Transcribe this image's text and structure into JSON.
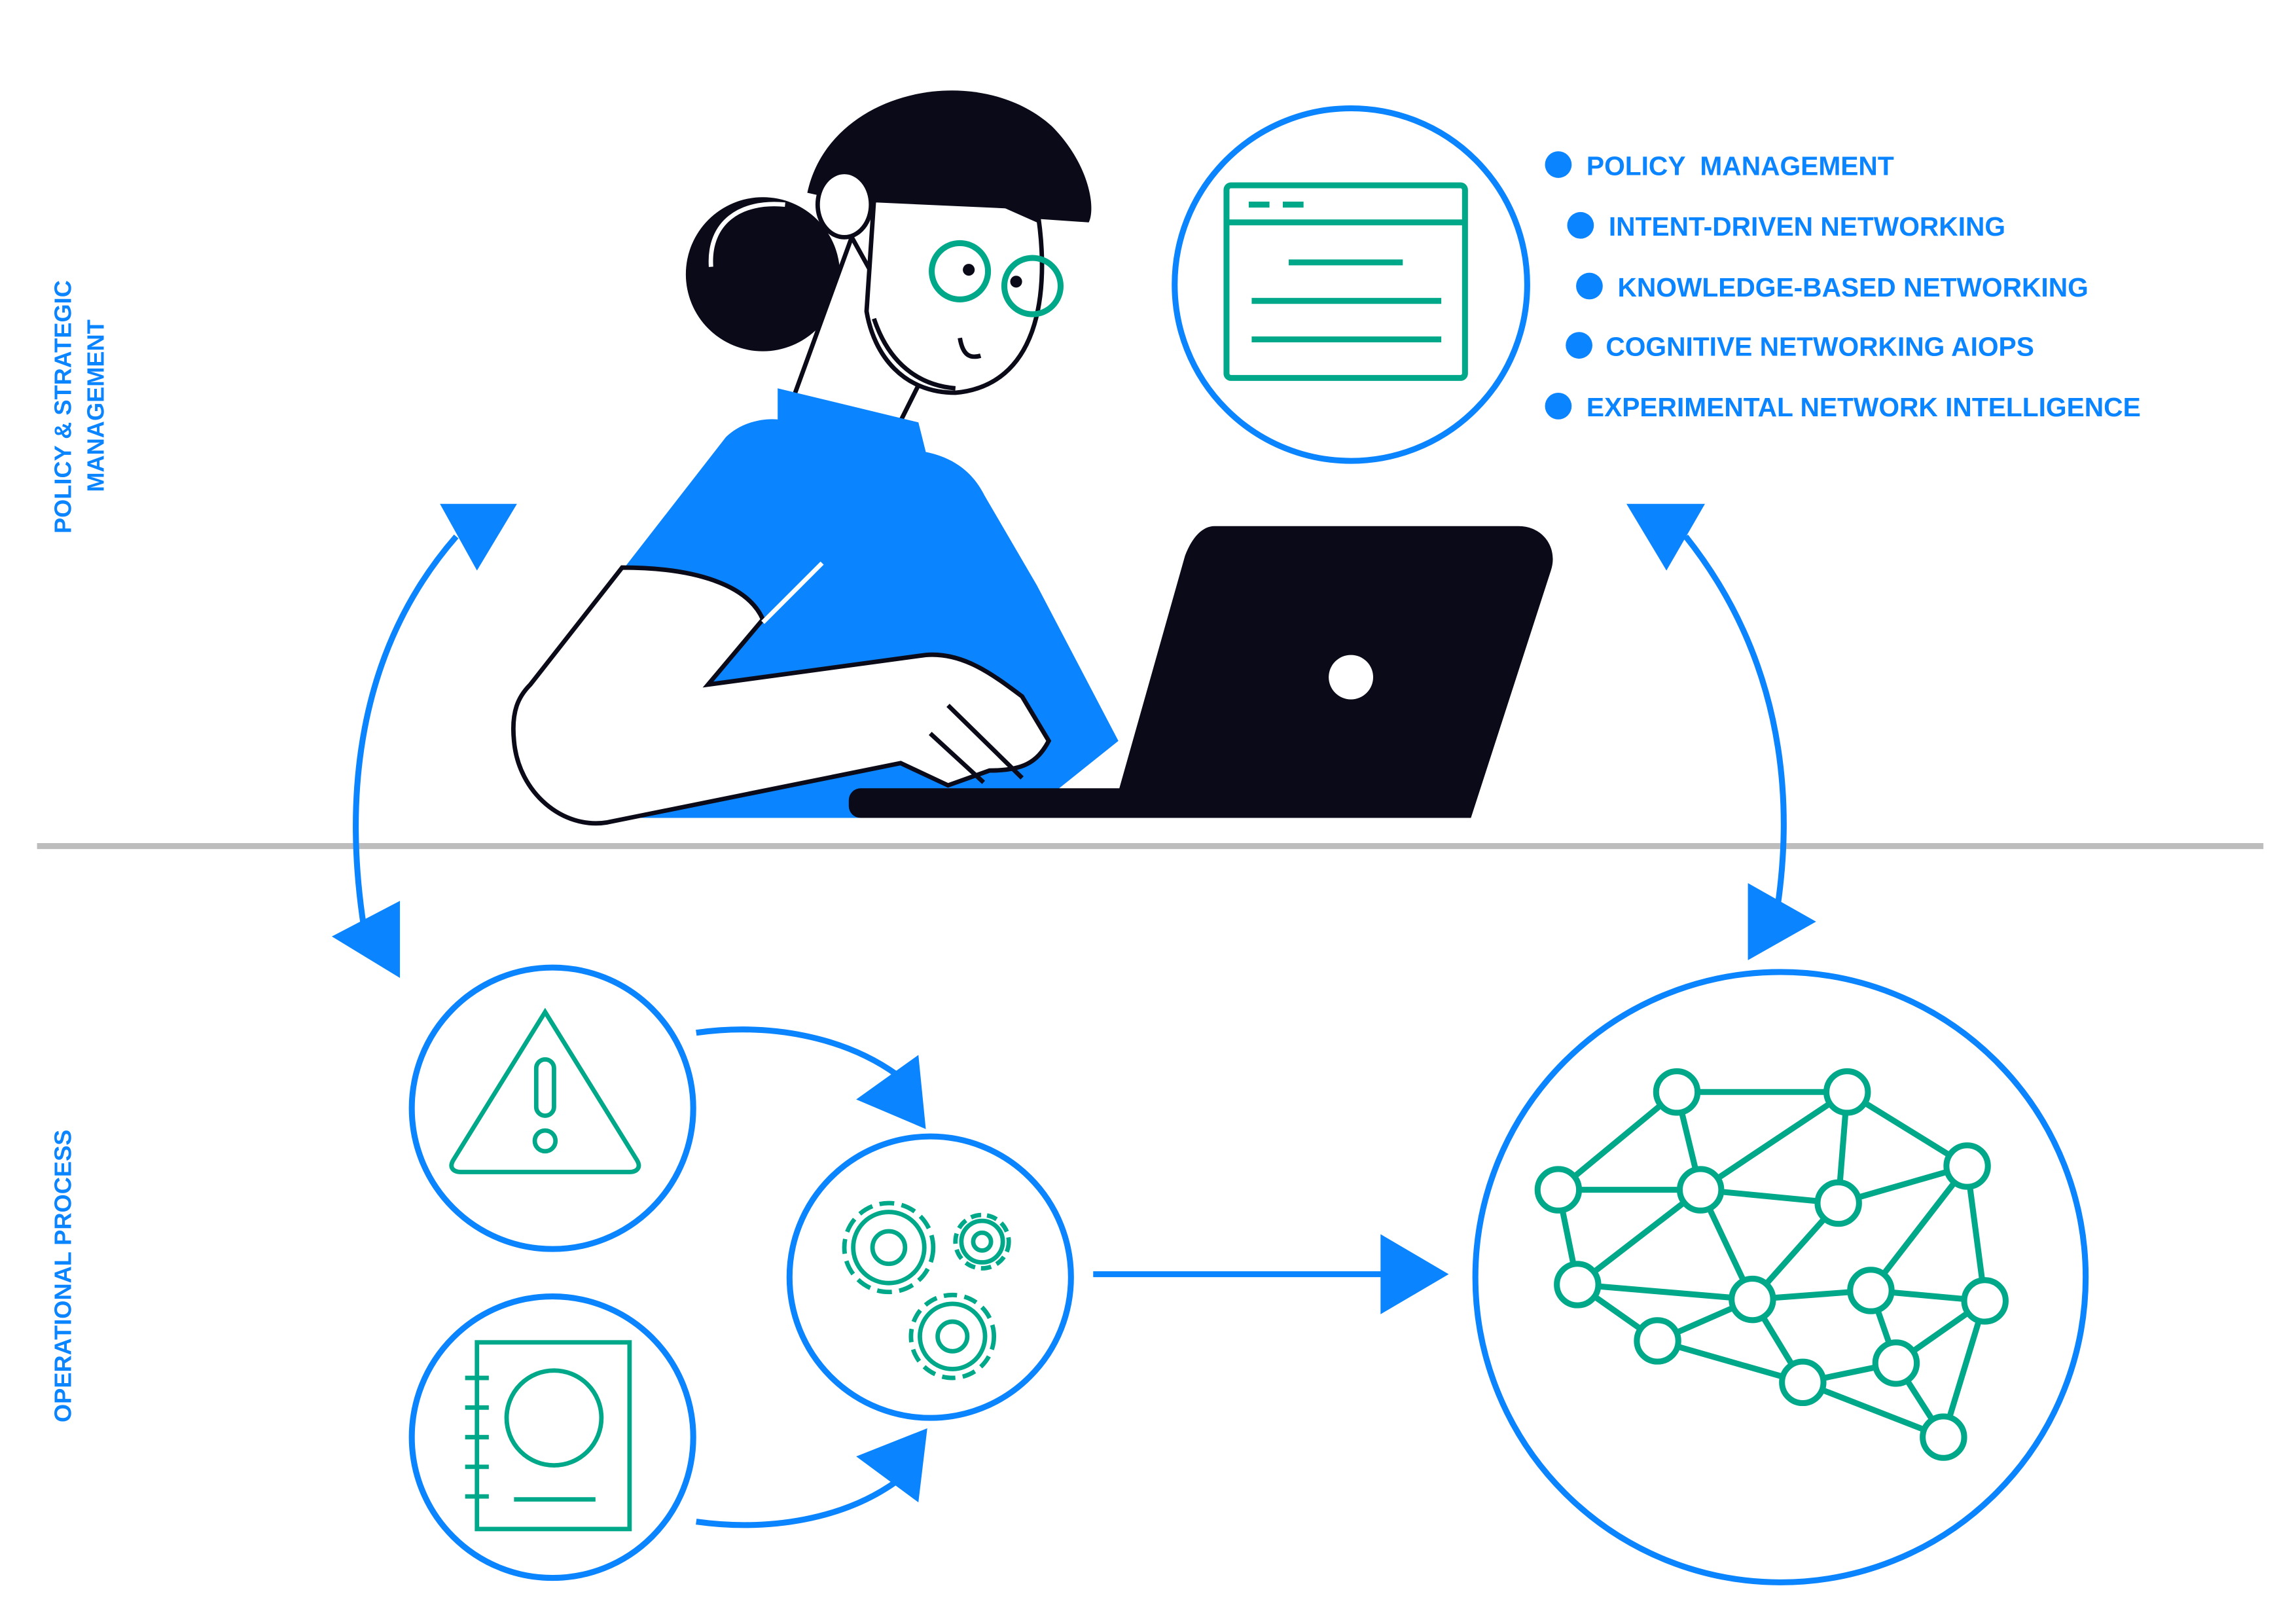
{
  "side_labels": {
    "top_line1": "POLICY & STRATEGIC",
    "top_line2": "MANAGEMENT",
    "bottom": "OPERATIONAL PROCESS"
  },
  "legend": {
    "items": [
      {
        "label": "POLICY  MANAGEMENT"
      },
      {
        "label": "INTENT-DRIVEN NETWORKING"
      },
      {
        "label": "KNOWLEDGE-BASED NETWORKING"
      },
      {
        "label": "COGNITIVE NETWORKING AIOPS"
      },
      {
        "label": "EXPERIMENTAL NETWORK INTELLIGENCE"
      }
    ]
  },
  "icons": {
    "policy": "browser-window-icon",
    "alert": "warning-triangle-icon",
    "document": "document-icon",
    "processing": "gears-icon",
    "network": "neural-network-icon"
  },
  "colors": {
    "blue": "#0A84FF",
    "green": "#00A88A",
    "dark": "#0A0A18",
    "divider": "#BDBDBD"
  }
}
